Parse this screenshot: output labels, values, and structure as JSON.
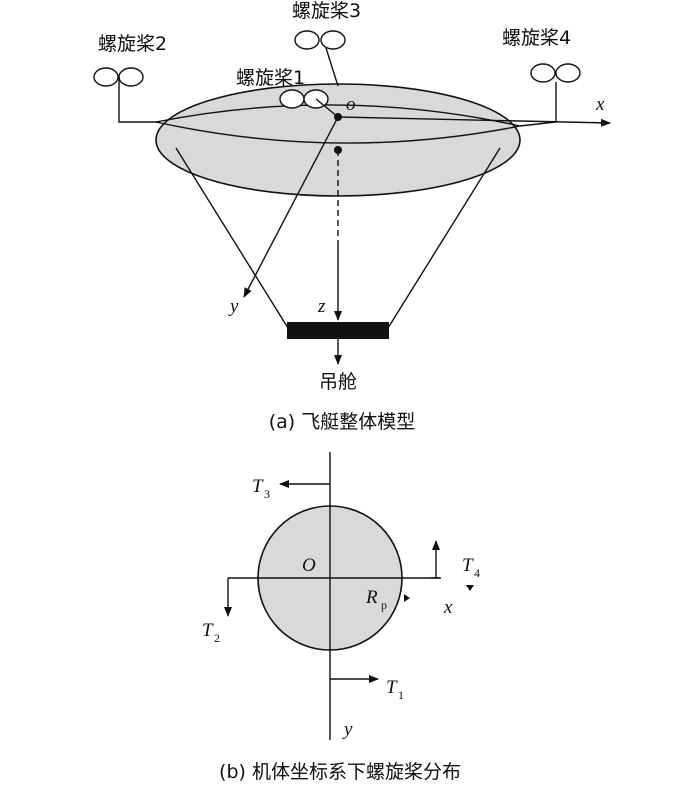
{
  "figure_a": {
    "labels": {
      "prop1": "螺旋桨1",
      "prop2": "螺旋桨2",
      "prop3": "螺旋桨3",
      "prop4": "螺旋桨4",
      "axis_x": "x",
      "axis_y": "y",
      "axis_z": "z",
      "origin": "o",
      "gondola": "吊舱"
    },
    "caption": "(a) 飞艇整体模型"
  },
  "figure_b": {
    "labels": {
      "origin": "O",
      "axis_x": "x",
      "axis_y": "y",
      "radius_main": "R",
      "radius_sub": "p",
      "T1": "T",
      "T1_sub": "1",
      "T2": "T",
      "T2_sub": "2",
      "T3": "T",
      "T3_sub": "3",
      "T4": "T",
      "T4_sub": "4"
    },
    "caption": "(b) 机体坐标系下螺旋桨分布"
  },
  "colors": {
    "fill": "#d9d9d9",
    "stroke": "#111111",
    "gondola": "#111111"
  }
}
